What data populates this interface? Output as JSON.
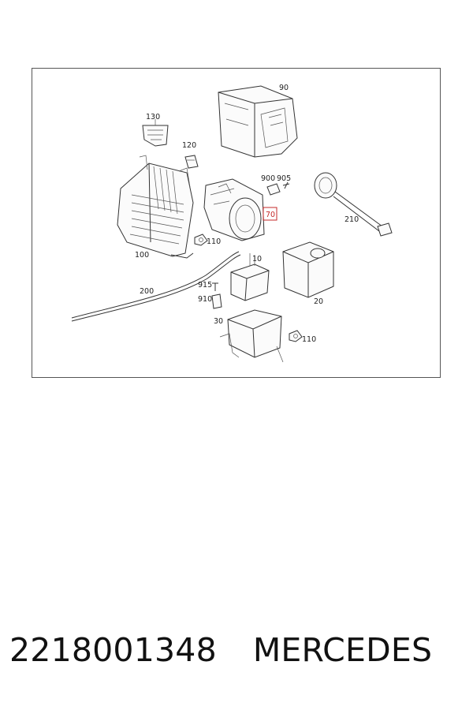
{
  "callouts": {
    "p90": "90",
    "p130": "130",
    "p120": "120",
    "p900": "900",
    "p905": "905",
    "p70": "70",
    "p210": "210",
    "p110a": "110",
    "p100": "100",
    "p10": "10",
    "p915": "915",
    "p910": "910",
    "p200": "200",
    "p30": "30",
    "p20": "20",
    "p110b": "110"
  },
  "highlight_color": "#c62828",
  "caption": {
    "part_number": "2218001348",
    "brand": "MERCEDES"
  }
}
